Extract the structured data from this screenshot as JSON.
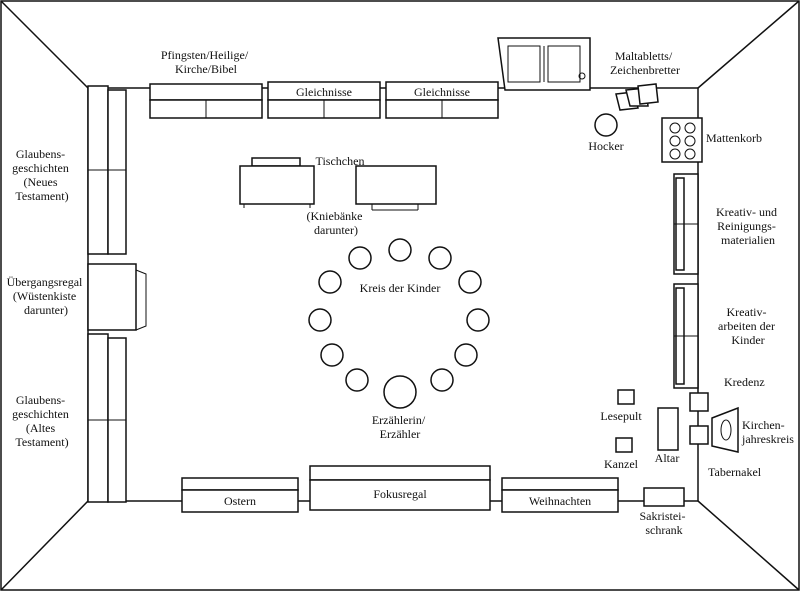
{
  "labels": {
    "pfingsten": [
      "Pfingsten/Heilige/",
      "Kirche/Bibel"
    ],
    "gleichnisse_1": "Gleichnisse",
    "gleichnisse_2": "Gleichnisse",
    "maltabletts": [
      "Maltabletts/",
      "Zeichenbretter"
    ],
    "hocker": "Hocker",
    "mattenkorb": "Mattenkorb",
    "tischchen": "Tischchen",
    "kniebaenke": [
      "(Kniebänke",
      "darunter)"
    ],
    "kreis": "Kreis der Kinder",
    "erzaehler": [
      "Erzählerin/",
      "Erzähler"
    ],
    "glaubens_nt": [
      "Glaubens-",
      "geschichten",
      "(Neues",
      "Testament)"
    ],
    "uebergang": [
      "Übergangsregal",
      "(Wüstenkiste",
      "darunter)"
    ],
    "glaubens_at": [
      "Glaubens-",
      "geschichten",
      "(Altes",
      "Testament)"
    ],
    "kreativ_material": [
      "Kreativ- und",
      "Reinigungs-",
      "materialien"
    ],
    "kreativ_arbeiten": [
      "Kreativ-",
      "arbeiten der",
      "Kinder"
    ],
    "kredenz": "Kredenz",
    "lesepult": "Lesepult",
    "kanzel": "Kanzel",
    "altar": "Altar",
    "kirchenjahreskreis": [
      "Kirchen-",
      "jahreskreis"
    ],
    "tabernakel": "Tabernakel",
    "ostern": "Ostern",
    "fokusregal": "Fokusregal",
    "weihnachten": "Weihnachten",
    "sakristei": [
      "Sakristei-",
      "schrank"
    ]
  }
}
